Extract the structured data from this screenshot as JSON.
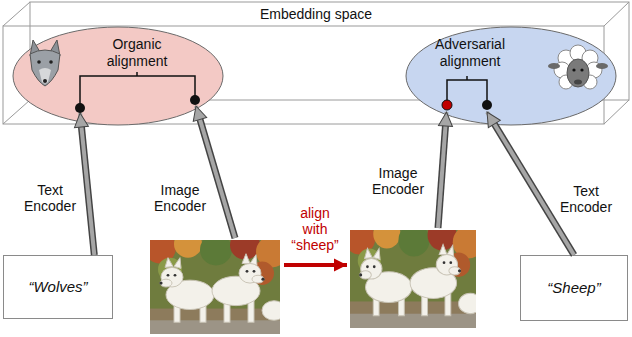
{
  "diagram": {
    "nodes": [
      {
        "text": [
          "Embedding space"
        ]
      },
      {
        "text": [
          "Organic alignment"
        ],
        "in": 0
      },
      {
        "text": [
          "Adversarial alignment"
        ],
        "in": 0
      },
      {
        "text": [
          "“Wolves”"
        ]
      },
      {
        "text": [
          "“Sheep”"
        ]
      }
    ],
    "edges": [
      {
        "from": 3,
        "to": 1,
        "arrow": "to"
      },
      {
        "from": 4,
        "to": 2,
        "arrow": "to"
      }
    ],
    "labels": [
      "Text Encoder",
      "Image Encoder",
      "align with “sheep”",
      "Image Encoder",
      "Text Encoder"
    ]
  }
}
